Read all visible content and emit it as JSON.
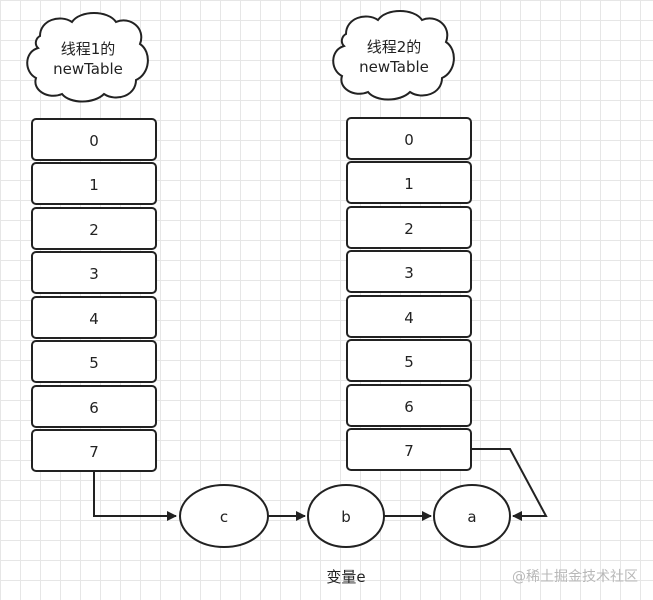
{
  "clouds": [
    {
      "line1": "线程1的",
      "line2": "newTable"
    },
    {
      "line1": "线程2的",
      "line2": "newTable"
    }
  ],
  "table1": {
    "cells": [
      "0",
      "1",
      "2",
      "3",
      "4",
      "5",
      "6",
      "7"
    ]
  },
  "table2": {
    "cells": [
      "0",
      "1",
      "2",
      "3",
      "4",
      "5",
      "6",
      "7"
    ]
  },
  "nodes": {
    "c": "c",
    "b": "b",
    "a": "a"
  },
  "caption": "变量e",
  "watermark": "@稀土掘金技术社区"
}
